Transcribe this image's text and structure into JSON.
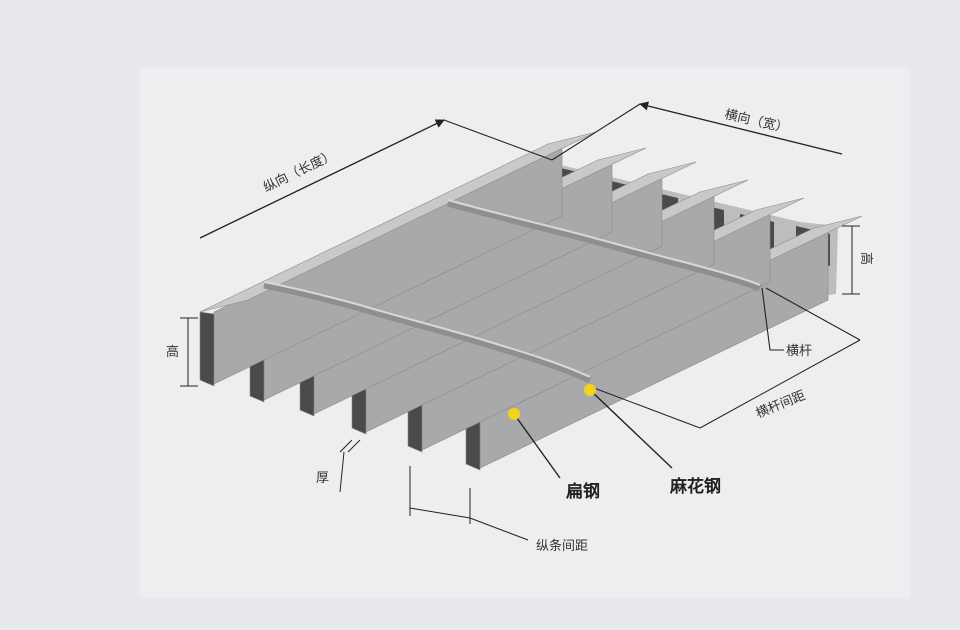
{
  "labels": {
    "longitudinal": "纵向（长度）",
    "transverse": "横向（宽）",
    "height_left": "高",
    "height_right": "高",
    "cross_bar": "横杆",
    "cross_bar_pitch": "横杆间距",
    "thickness": "厚",
    "flat_steel": "扁钢",
    "twisted_steel": "麻花钢",
    "bar_pitch": "纵条间距"
  },
  "colors": {
    "background": "#e8e9ed",
    "bar_top": "#c9c9cb",
    "bar_front": "#a9a9ab",
    "bar_end": "#4a4a4c",
    "marker": "#f2d21a",
    "line": "#222222"
  }
}
